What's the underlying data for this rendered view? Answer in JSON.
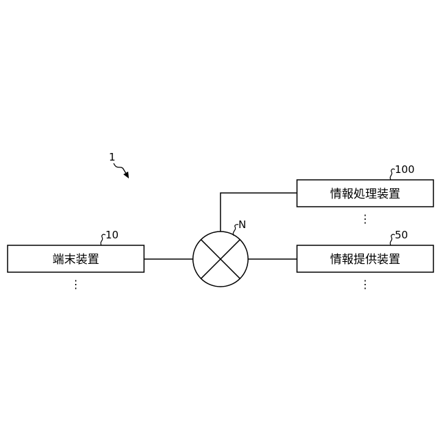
{
  "figure": {
    "system_ref": "1"
  },
  "terminal": {
    "label": "端末装置",
    "ref": "10",
    "more": "⋮"
  },
  "network": {
    "ref": "N"
  },
  "info_processing": {
    "label": "情報処理装置",
    "ref": "100",
    "more": "⋮"
  },
  "info_provider": {
    "label": "情報提供装置",
    "ref": "50",
    "more": "⋮"
  }
}
